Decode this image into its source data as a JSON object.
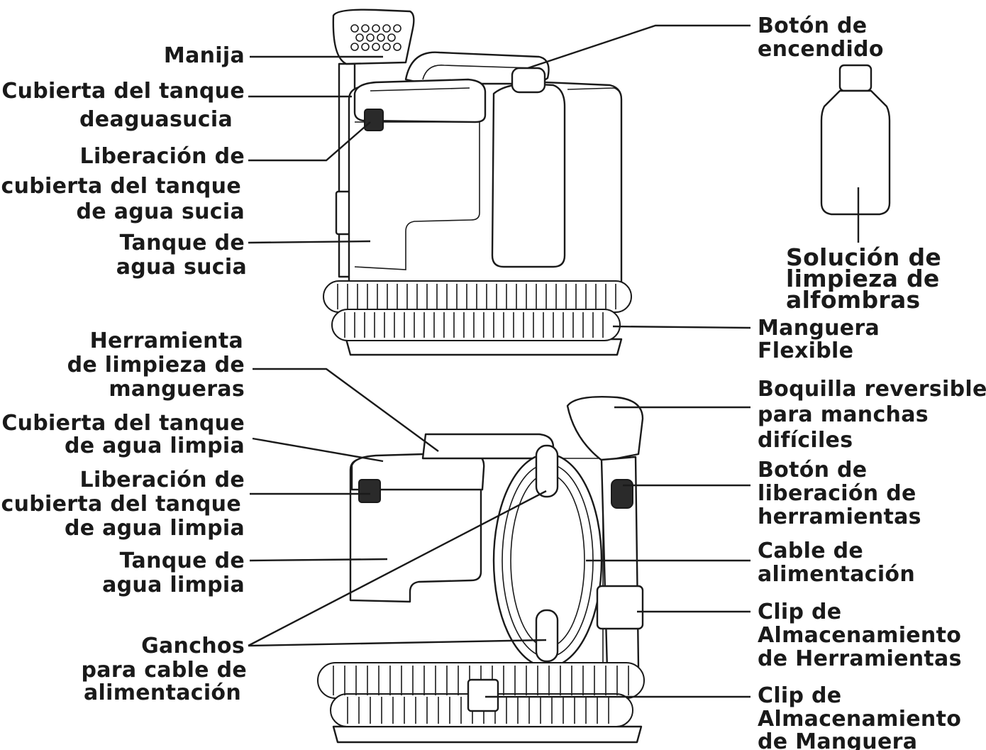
{
  "labels": {
    "manija": "Manija",
    "cubierta_sucia_1": "Cubierta del tanque",
    "cubierta_sucia_2": "deaguasucia",
    "liberacion_sucia_1": "Liberación de",
    "liberacion_sucia_2": "cubierta del tanque",
    "liberacion_sucia_3": "de agua sucia",
    "tanque_sucia_1": "Tanque de",
    "tanque_sucia_2": "agua sucia",
    "herramienta_1": "Herramienta",
    "herramienta_2": "de limpieza de",
    "herramienta_3": "mangueras",
    "cubierta_limpia_1": "Cubierta del tanque",
    "cubierta_limpia_2": "de agua limpia",
    "liberacion_limpia_1": "Liberación de",
    "liberacion_limpia_2": "cubierta del tanque",
    "liberacion_limpia_3": "de agua limpia",
    "tanque_limpia_1": "Tanque de",
    "tanque_limpia_2": "agua limpia",
    "ganchos_1": "Ganchos",
    "ganchos_2": "para cable de",
    "ganchos_3": "alimentación",
    "boton_encendido_1": "Botón de",
    "boton_encendido_2": "encendido",
    "solucion_1": "Solución de",
    "solucion_2": "limpieza de",
    "solucion_3": "alfombras",
    "manguera_1": "Manguera",
    "manguera_2": "Flexible",
    "boquilla_1": "Boquilla reversible",
    "boquilla_2": "para manchas",
    "boquilla_3": "difíciles",
    "boton_liberacion_1": "Botón de",
    "boton_liberacion_2": "liberación de",
    "boton_liberacion_3": "herramientas",
    "cable_1": "Cable de",
    "cable_2": "alimentación",
    "clip_herr_1": "Clip de",
    "clip_herr_2": "Almacenamiento",
    "clip_herr_3": "de Herramientas",
    "clip_mang_1": "Clip de",
    "clip_mang_2": "Almacenamiento",
    "clip_mang_3": "de Manguera"
  },
  "colors": {
    "line": "#1a1a1a",
    "background": "#ffffff"
  }
}
